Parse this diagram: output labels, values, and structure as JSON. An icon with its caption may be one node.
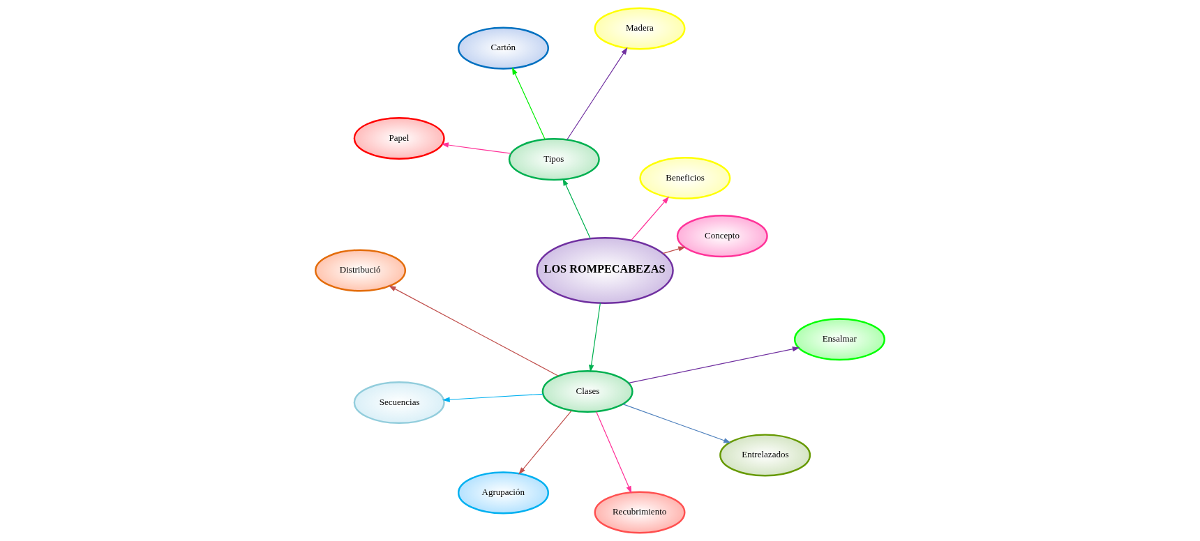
{
  "diagram": {
    "nodes": [
      {
        "text": [
          "LOS ROMPECABEZAS"
        ]
      },
      {
        "text": [
          "Concepto"
        ]
      },
      {
        "text": [
          "Beneficios"
        ]
      },
      {
        "text": [
          "Tipos"
        ]
      },
      {
        "text": [
          "Madera"
        ]
      },
      {
        "text": [
          "Cartón"
        ]
      },
      {
        "text": [
          "Papel"
        ]
      },
      {
        "text": [
          "Clases"
        ]
      },
      {
        "text": [
          "Distribució"
        ]
      },
      {
        "text": [
          "Secuencias"
        ]
      },
      {
        "text": [
          "Agrupación"
        ]
      },
      {
        "text": [
          "Recubrimiento"
        ]
      },
      {
        "text": [
          "Entrelazados"
        ]
      },
      {
        "text": [
          "Ensalmar"
        ]
      }
    ],
    "edges": [
      {
        "from": 0,
        "to": 1,
        "arrow": "to",
        "color": "#c0504d"
      },
      {
        "from": 0,
        "to": 2,
        "arrow": "to",
        "color": "#ff3399"
      },
      {
        "from": 0,
        "to": 3,
        "arrow": "to",
        "color": "#00b050"
      },
      {
        "from": 0,
        "to": 7,
        "arrow": "to",
        "color": "#00b050"
      },
      {
        "from": 3,
        "to": 4,
        "arrow": "to",
        "color": "#7030a0"
      },
      {
        "from": 3,
        "to": 5,
        "arrow": "to",
        "color": "#00ee00"
      },
      {
        "from": 3,
        "to": 6,
        "arrow": "to",
        "color": "#ff3399"
      },
      {
        "from": 7,
        "to": 8,
        "arrow": "to",
        "color": "#c0504d"
      },
      {
        "from": 7,
        "to": 9,
        "arrow": "to",
        "color": "#00b0f0"
      },
      {
        "from": 7,
        "to": 10,
        "arrow": "to",
        "color": "#c0504d"
      },
      {
        "from": 7,
        "to": 11,
        "arrow": "to",
        "color": "#ff3399"
      },
      {
        "from": 7,
        "to": 12,
        "arrow": "to",
        "color": "#4f81bd"
      },
      {
        "from": 7,
        "to": 13,
        "arrow": "to",
        "color": "#7030a0"
      }
    ]
  }
}
